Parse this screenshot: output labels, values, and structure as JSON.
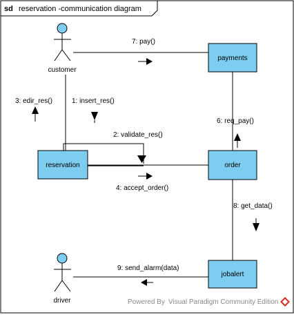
{
  "frame": {
    "keyword": "sd",
    "title": "reservation -communication diagram"
  },
  "actors": {
    "customer": "customer",
    "driver": "driver"
  },
  "objects": {
    "payments": "payments",
    "reservation": "reservation",
    "order": "order",
    "jobalert": "jobalert"
  },
  "messages": {
    "m1": "1: insert_res()",
    "m2": "2: validate_res()",
    "m3": "3: edir_res()",
    "m4": "4: accept_order()",
    "m6": "6: req_pay()",
    "m7": "7: pay()",
    "m8": "8: get_data()",
    "m9": "9: send_alarm(data)"
  },
  "watermark": {
    "prefix": "Powered By",
    "product": "Visual Paradigm Community Edition"
  },
  "colors": {
    "object_fill": "#7dcdf0",
    "actor_head": "#7dcdf0",
    "line": "#000000",
    "logo_red": "#d4332b"
  }
}
